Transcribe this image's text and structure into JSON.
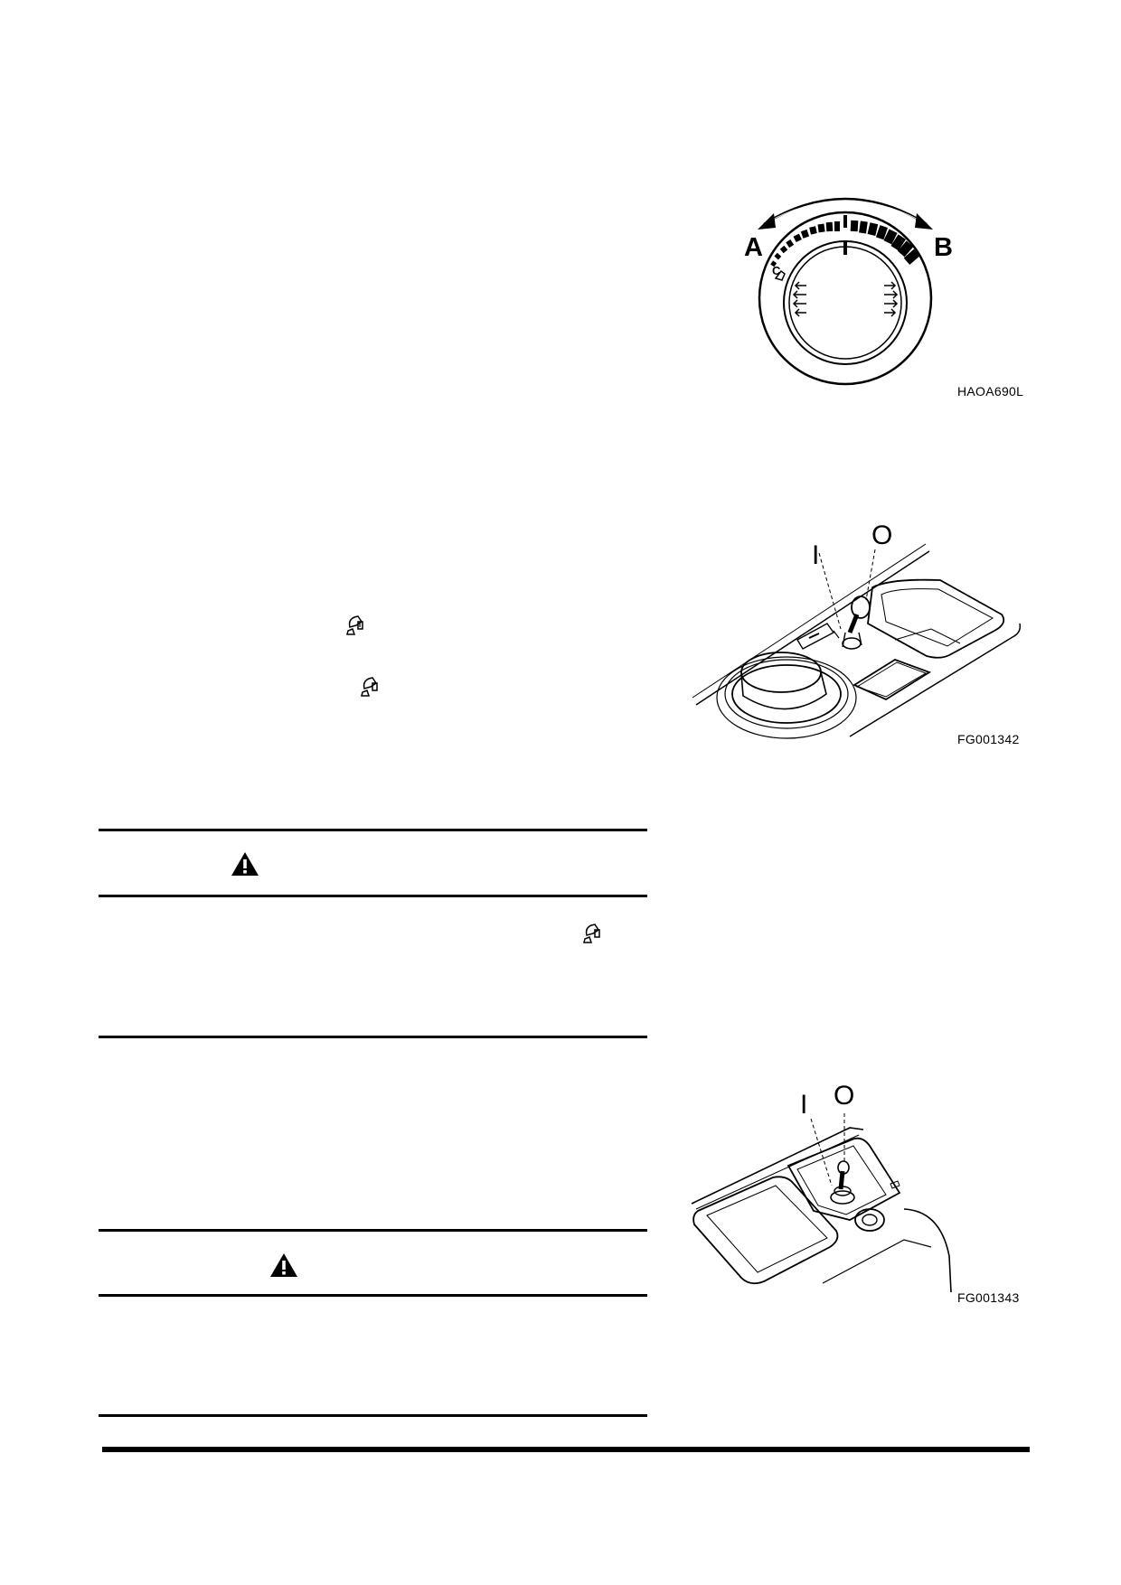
{
  "figures": {
    "dial": {
      "label_a": "A",
      "label_b": "B",
      "label_c": "C",
      "code": "HAOA690L"
    },
    "switch1": {
      "label_i": "I",
      "label_o": "O",
      "code": "FG001342"
    },
    "switch2": {
      "label_i": "I",
      "label_o": "O",
      "code": "FG001343"
    }
  },
  "icons": {
    "warning": "warning-triangle-icon",
    "cab_lamp_on": "cab-lamp-on-icon",
    "cab_lamp_off": "cab-lamp-off-icon"
  }
}
